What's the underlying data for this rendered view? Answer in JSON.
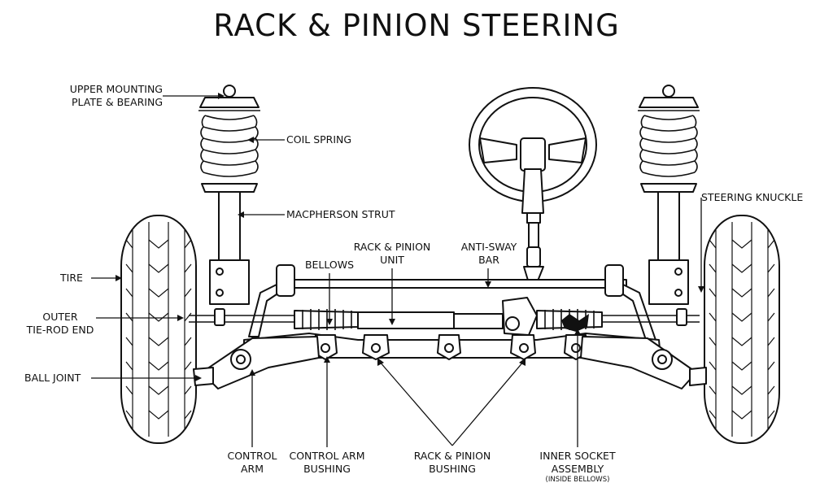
{
  "title": "RACK & PINION STEERING",
  "labels": {
    "upper_mounting_1": "UPPER MOUNTING",
    "upper_mounting_2": "PLATE & BEARING",
    "coil_spring": "COIL SPRING",
    "macpherson_strut": "MACPHERSON STRUT",
    "steering_knuckle": "STEERING KNUCKLE",
    "rack_unit_1": "RACK & PINION",
    "rack_unit_2": "UNIT",
    "anti_sway_1": "ANTI-SWAY",
    "anti_sway_2": "BAR",
    "bellows": "BELLOWS",
    "tire": "TIRE",
    "outer_tierod_1": "OUTER",
    "outer_tierod_2": "TIE-ROD END",
    "ball_joint": "BALL JOINT",
    "control_arm_1": "CONTROL",
    "control_arm_2": "ARM",
    "control_arm_bushing_1": "CONTROL ARM",
    "control_arm_bushing_2": "BUSHING",
    "rack_bushing_1": "RACK & PINION",
    "rack_bushing_2": "BUSHING",
    "inner_socket_1": "INNER SOCKET",
    "inner_socket_2": "ASSEMBLY",
    "inner_socket_3": "(INSIDE BELLOWS)"
  },
  "colors": {
    "ink": "#111111",
    "background": "#ffffff"
  }
}
